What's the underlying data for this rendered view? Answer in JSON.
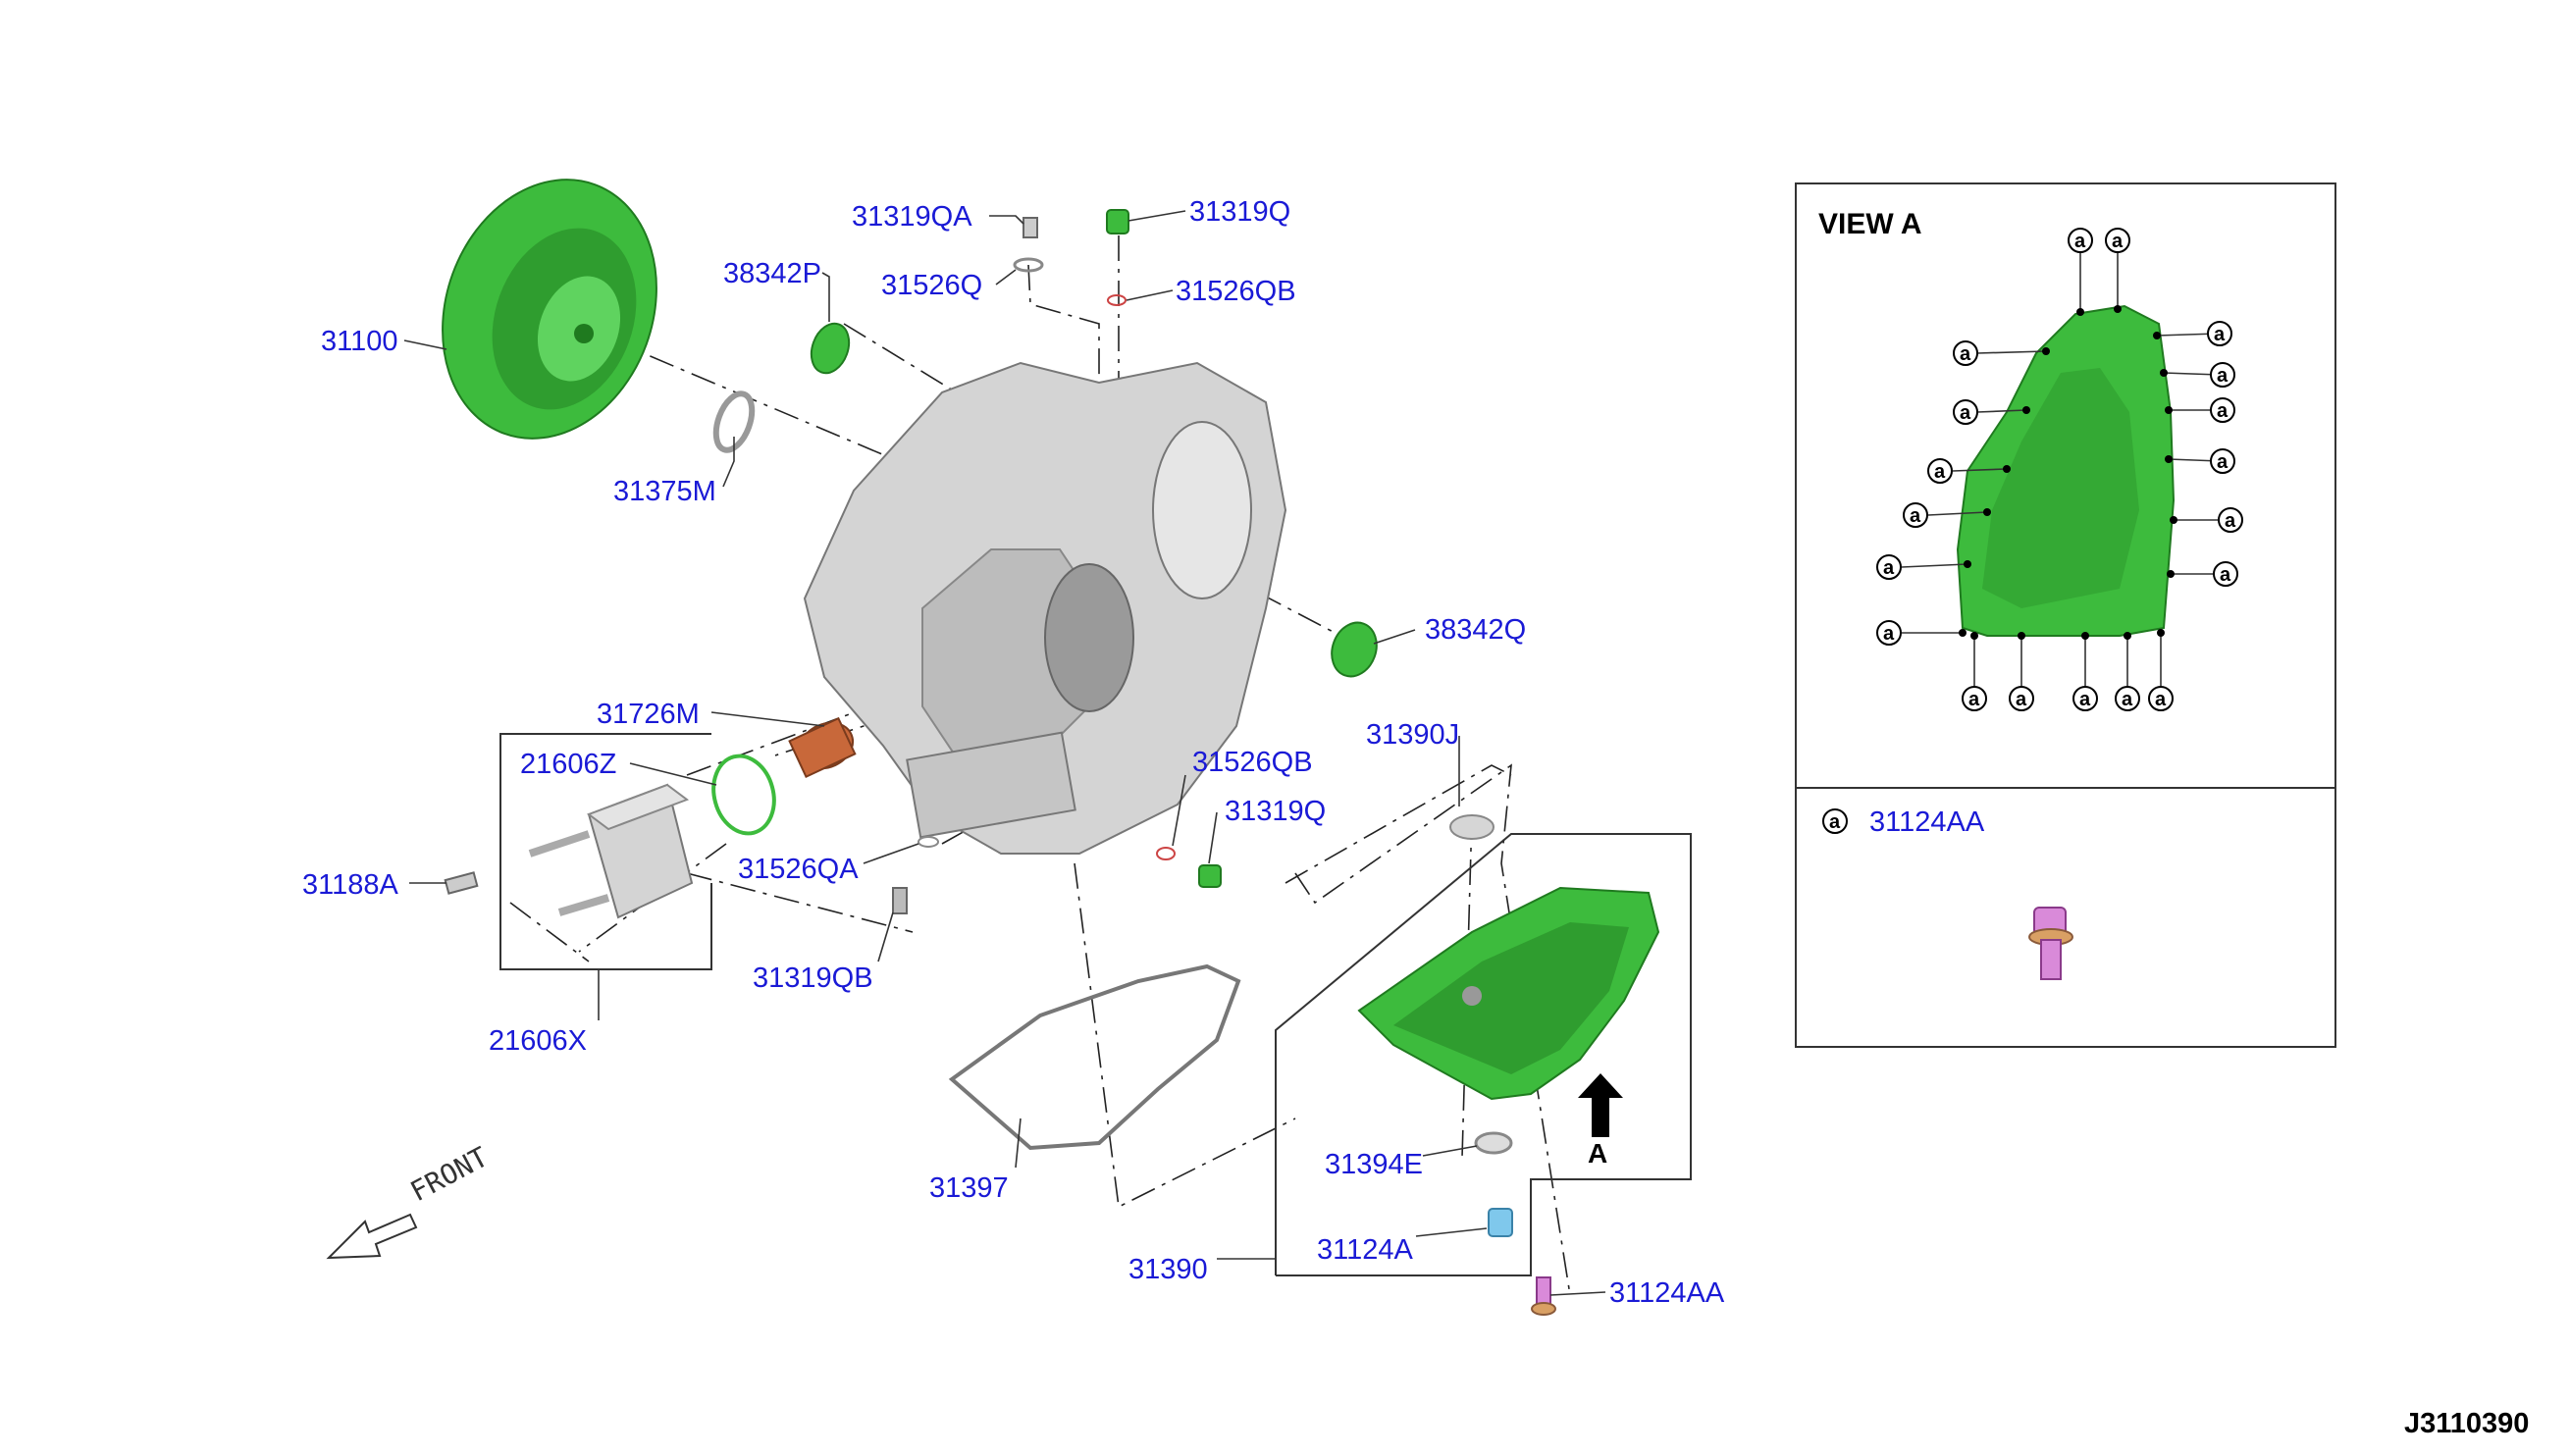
{
  "view_title": "VIEW A",
  "arrow_label": "A",
  "front_label": "FRONT",
  "diagram_code": "J3110390",
  "legend": {
    "symbol": "a",
    "part": "31124AA"
  },
  "colors": {
    "label": "#1a1ad6",
    "part_green": "#3dbb3d",
    "part_gray": "#d4d4d4",
    "bolt_pink": "#d98ad9",
    "plug_blue": "#7fc8ec",
    "filter_orange": "#c8683a"
  },
  "labels": [
    "31100",
    "31375M",
    "38342P",
    "31319QA",
    "31526Q",
    "31319Q",
    "31526QB",
    "38342Q",
    "31726M",
    "21606Z",
    "31188A",
    "21606X",
    "31526QA",
    "31319QB",
    "31526QB",
    "31319Q",
    "31390J",
    "31397",
    "31394E",
    "31124A",
    "31390",
    "31124AA"
  ]
}
